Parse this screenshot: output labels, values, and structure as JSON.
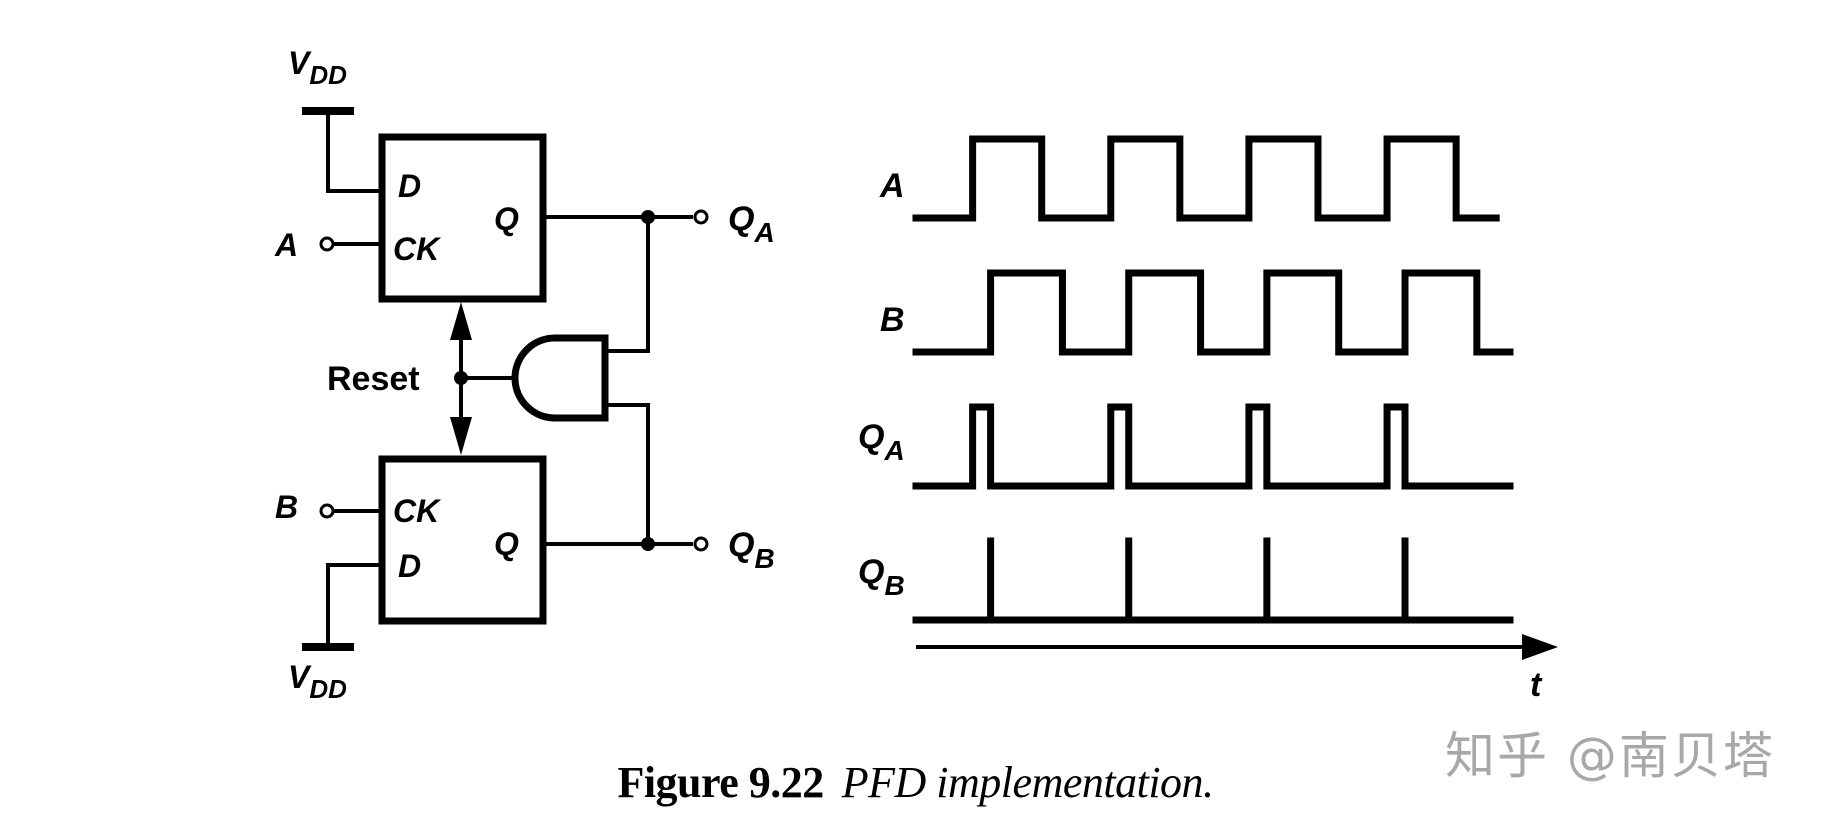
{
  "circuit": {
    "supply_label_main": "V",
    "supply_label_sub": "DD",
    "top_ff": {
      "d_pin": "D",
      "ck_pin": "CK",
      "q_pin": "Q"
    },
    "bottom_ff": {
      "d_pin": "D",
      "ck_pin": "CK",
      "q_pin": "Q"
    },
    "input_a": "A",
    "input_b": "B",
    "reset_label": "Reset",
    "output_a_main": "Q",
    "output_a_sub": "A",
    "output_b_main": "Q",
    "output_b_sub": "B",
    "gate": "AND"
  },
  "timing": {
    "time_label": "t",
    "t_start": 0,
    "t_end": 8.6,
    "signals": [
      {
        "name_main": "A",
        "name_sub": "",
        "kind": "levels",
        "initial": 0,
        "edges": [
          0.82,
          1.82,
          2.82,
          3.82,
          4.82,
          5.82,
          6.82,
          7.82
        ],
        "t_end": 8.4
      },
      {
        "name_main": "B",
        "name_sub": "",
        "kind": "levels",
        "initial": 0,
        "edges": [
          1.08,
          2.12,
          3.08,
          4.12,
          5.08,
          6.12,
          7.08,
          8.12
        ],
        "t_end": 8.6
      },
      {
        "name_main": "Q",
        "name_sub": "A",
        "kind": "levels",
        "initial": 0,
        "edges": [
          0.82,
          1.08,
          2.82,
          3.08,
          4.82,
          5.08,
          6.82,
          7.08
        ],
        "t_end": 8.6
      },
      {
        "name_main": "Q",
        "name_sub": "B",
        "kind": "spikes",
        "initial": 0,
        "edges": [
          1.08,
          3.08,
          5.08,
          7.08
        ],
        "t_end": 8.6
      }
    ]
  },
  "caption": {
    "figure_number": "Figure 9.22",
    "title": "PFD implementation."
  },
  "watermark": "知乎 @南贝塔"
}
